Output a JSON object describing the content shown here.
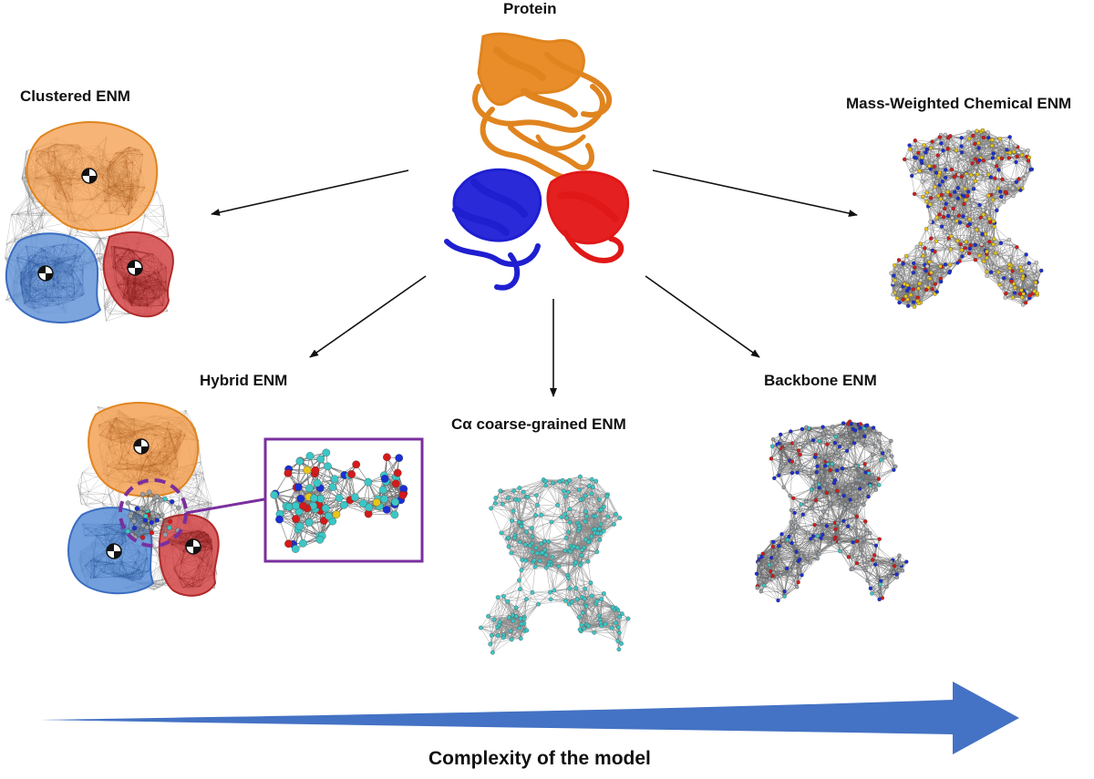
{
  "labels": {
    "protein": "Protein",
    "clustered": "Clustered ENM",
    "mass_weighted": "Mass-Weighted Chemical ENM",
    "hybrid": "Hybrid ENM",
    "calpha": "Cα coarse-grained ENM",
    "backbone": "Backbone ENM",
    "complexity": "Complexity of the model"
  },
  "colors": {
    "domain_orange": "#f39b4a",
    "domain_blue": "#5b8fd6",
    "domain_red": "#d24545",
    "ribbon_orange": "#e0841f",
    "ribbon_blue": "#1f1fd0",
    "ribbon_red": "#e01818",
    "inset_border": "#7a2f9e",
    "complexity_arrow": "#4472c4",
    "network_line": "#8a8a8a",
    "atom_cyan": "#3cc6c6",
    "atom_red": "#d41a1a",
    "atom_blue": "#1a2fd4",
    "atom_yellow": "#e8c51a"
  },
  "icons": [
    "center-of-mass-icon"
  ]
}
